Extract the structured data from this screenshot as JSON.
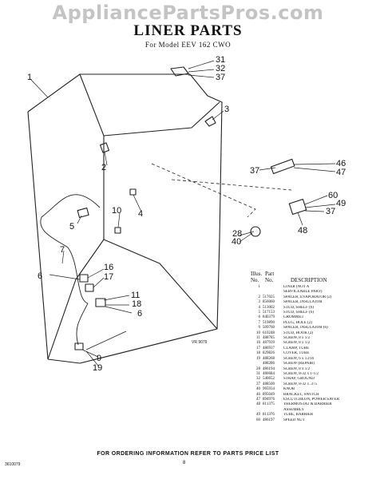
{
  "watermark": "AppliancePartsPros.com",
  "title": "LINER PARTS",
  "subtitle": "For Model EEV 162 CWO",
  "callouts": {
    "c1": "1",
    "c2": "2",
    "c3": "3",
    "c4": "4",
    "c5": "5",
    "c6a": "6",
    "c6b": "6",
    "c7": "7",
    "c9": "9",
    "c10": "10",
    "c11": "11",
    "c16": "16",
    "c17": "17",
    "c18": "18",
    "c19": "19",
    "c28": "28",
    "c31": "31",
    "c32": "32",
    "c37a": "37",
    "c37b": "37",
    "c37c": "37",
    "c40": "40",
    "c46": "46",
    "c47": "47",
    "c48": "48",
    "c49": "49",
    "c60": "60"
  },
  "figure_number": "VR 9079",
  "parts_table": {
    "header": {
      "illus": "Illus.",
      "no": "No.",
      "part": "Part",
      "part_no": "No.",
      "description": "DESCRIPTION"
    },
    "rows": [
      {
        "illus": "1",
        "part_no": "",
        "desc": "LINER (NOT A"
      },
      {
        "illus": "",
        "part_no": "",
        "desc": "SERVICEABLE PART)"
      },
      {
        "illus": "2",
        "part_no": "517025",
        "desc": "SPACER, EVAPORATOR (2)"
      },
      {
        "illus": "3",
        "part_no": "856060",
        "desc": "SPACER, INSULATOR"
      },
      {
        "illus": "4",
        "part_no": "513002",
        "desc": "STUD, SHELF (6)"
      },
      {
        "illus": "5",
        "part_no": "517153",
        "desc": "STUD, SHELF (6)"
      },
      {
        "illus": "6",
        "part_no": "840379",
        "desc": "GROMMET"
      },
      {
        "illus": "7",
        "part_no": "519890",
        "desc": "PLUG, HOLE (2)"
      },
      {
        "illus": "9",
        "part_no": "509760",
        "desc": "SPACER, INSULATOR (6)"
      },
      {
        "illus": "10",
        "part_no": "610248",
        "desc": "STUD, HOOK (2)"
      },
      {
        "illus": "11",
        "part_no": "488785",
        "desc": "SCREW, 8 x 1/2"
      },
      {
        "illus": "16",
        "part_no": "487939",
        "desc": "SCREW, 8 x 1/2"
      },
      {
        "illus": "17",
        "part_no": "486937",
        "desc": "CLAMP, TUBE"
      },
      {
        "illus": "18",
        "part_no": "829826",
        "desc": "COVER, TUBE"
      },
      {
        "illus": "19",
        "part_no": "488268",
        "desc": "SCREW, 6 x 13/16"
      },
      {
        "illus": "",
        "part_no": "488286",
        "desc": "SCREW (REPAIR)"
      },
      {
        "illus": "28",
        "part_no": "486194",
        "desc": "SCREW, 8 x 1/2"
      },
      {
        "illus": "31",
        "part_no": "486684",
        "desc": "SCREW, 8-32 x 1-1/2"
      },
      {
        "illus": "32",
        "part_no": "540652",
        "desc": "STRAP, GROUND"
      },
      {
        "illus": "37",
        "part_no": "488500",
        "desc": "SCREW, 8-32 x .375"
      },
      {
        "illus": "40",
        "part_no": "965934",
        "desc": "KNOB"
      },
      {
        "illus": "46",
        "part_no": "895049",
        "desc": "BRACKET, SWITCH"
      },
      {
        "illus": "47",
        "part_no": "894976",
        "desc": "ESCUTCHEON, POWER SAVER"
      },
      {
        "illus": "48",
        "part_no": "811375",
        "desc": "THERMOSTAT & BARRIER"
      },
      {
        "illus": "",
        "part_no": "",
        "desc": "ASSEMBLY"
      },
      {
        "illus": "49",
        "part_no": "811376",
        "desc": "TUBE, BARRIER"
      },
      {
        "illus": "60",
        "part_no": "486197",
        "desc": "SPEED NUT"
      }
    ]
  },
  "footer": "FOR ORDERING INFORMATION REFER TO PARTS PRICE LIST",
  "page_number": "8",
  "left_code": "3610079"
}
